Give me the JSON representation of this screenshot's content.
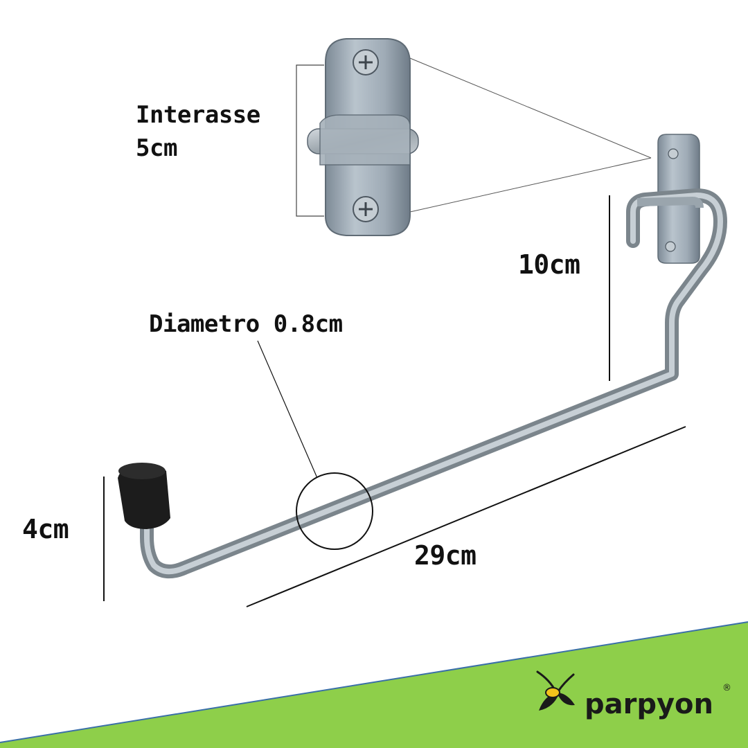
{
  "labels": {
    "interasse_line1": "Interasse",
    "interasse_line2": "5cm",
    "height_hook": "10cm",
    "diameter": "Diametro 0.8cm",
    "tip_height": "4cm",
    "length": "29cm"
  },
  "brand": {
    "name": "parpyon",
    "registered_mark": "®",
    "logo_icon": "butterfly-icon"
  },
  "colors": {
    "background": "#ffffff",
    "green_band": "#8ecf4a",
    "band_edge": "#3a6fa8",
    "metal": "#a9b2b8",
    "rubber_tip": "#1c1c1c",
    "text": "#111111"
  }
}
